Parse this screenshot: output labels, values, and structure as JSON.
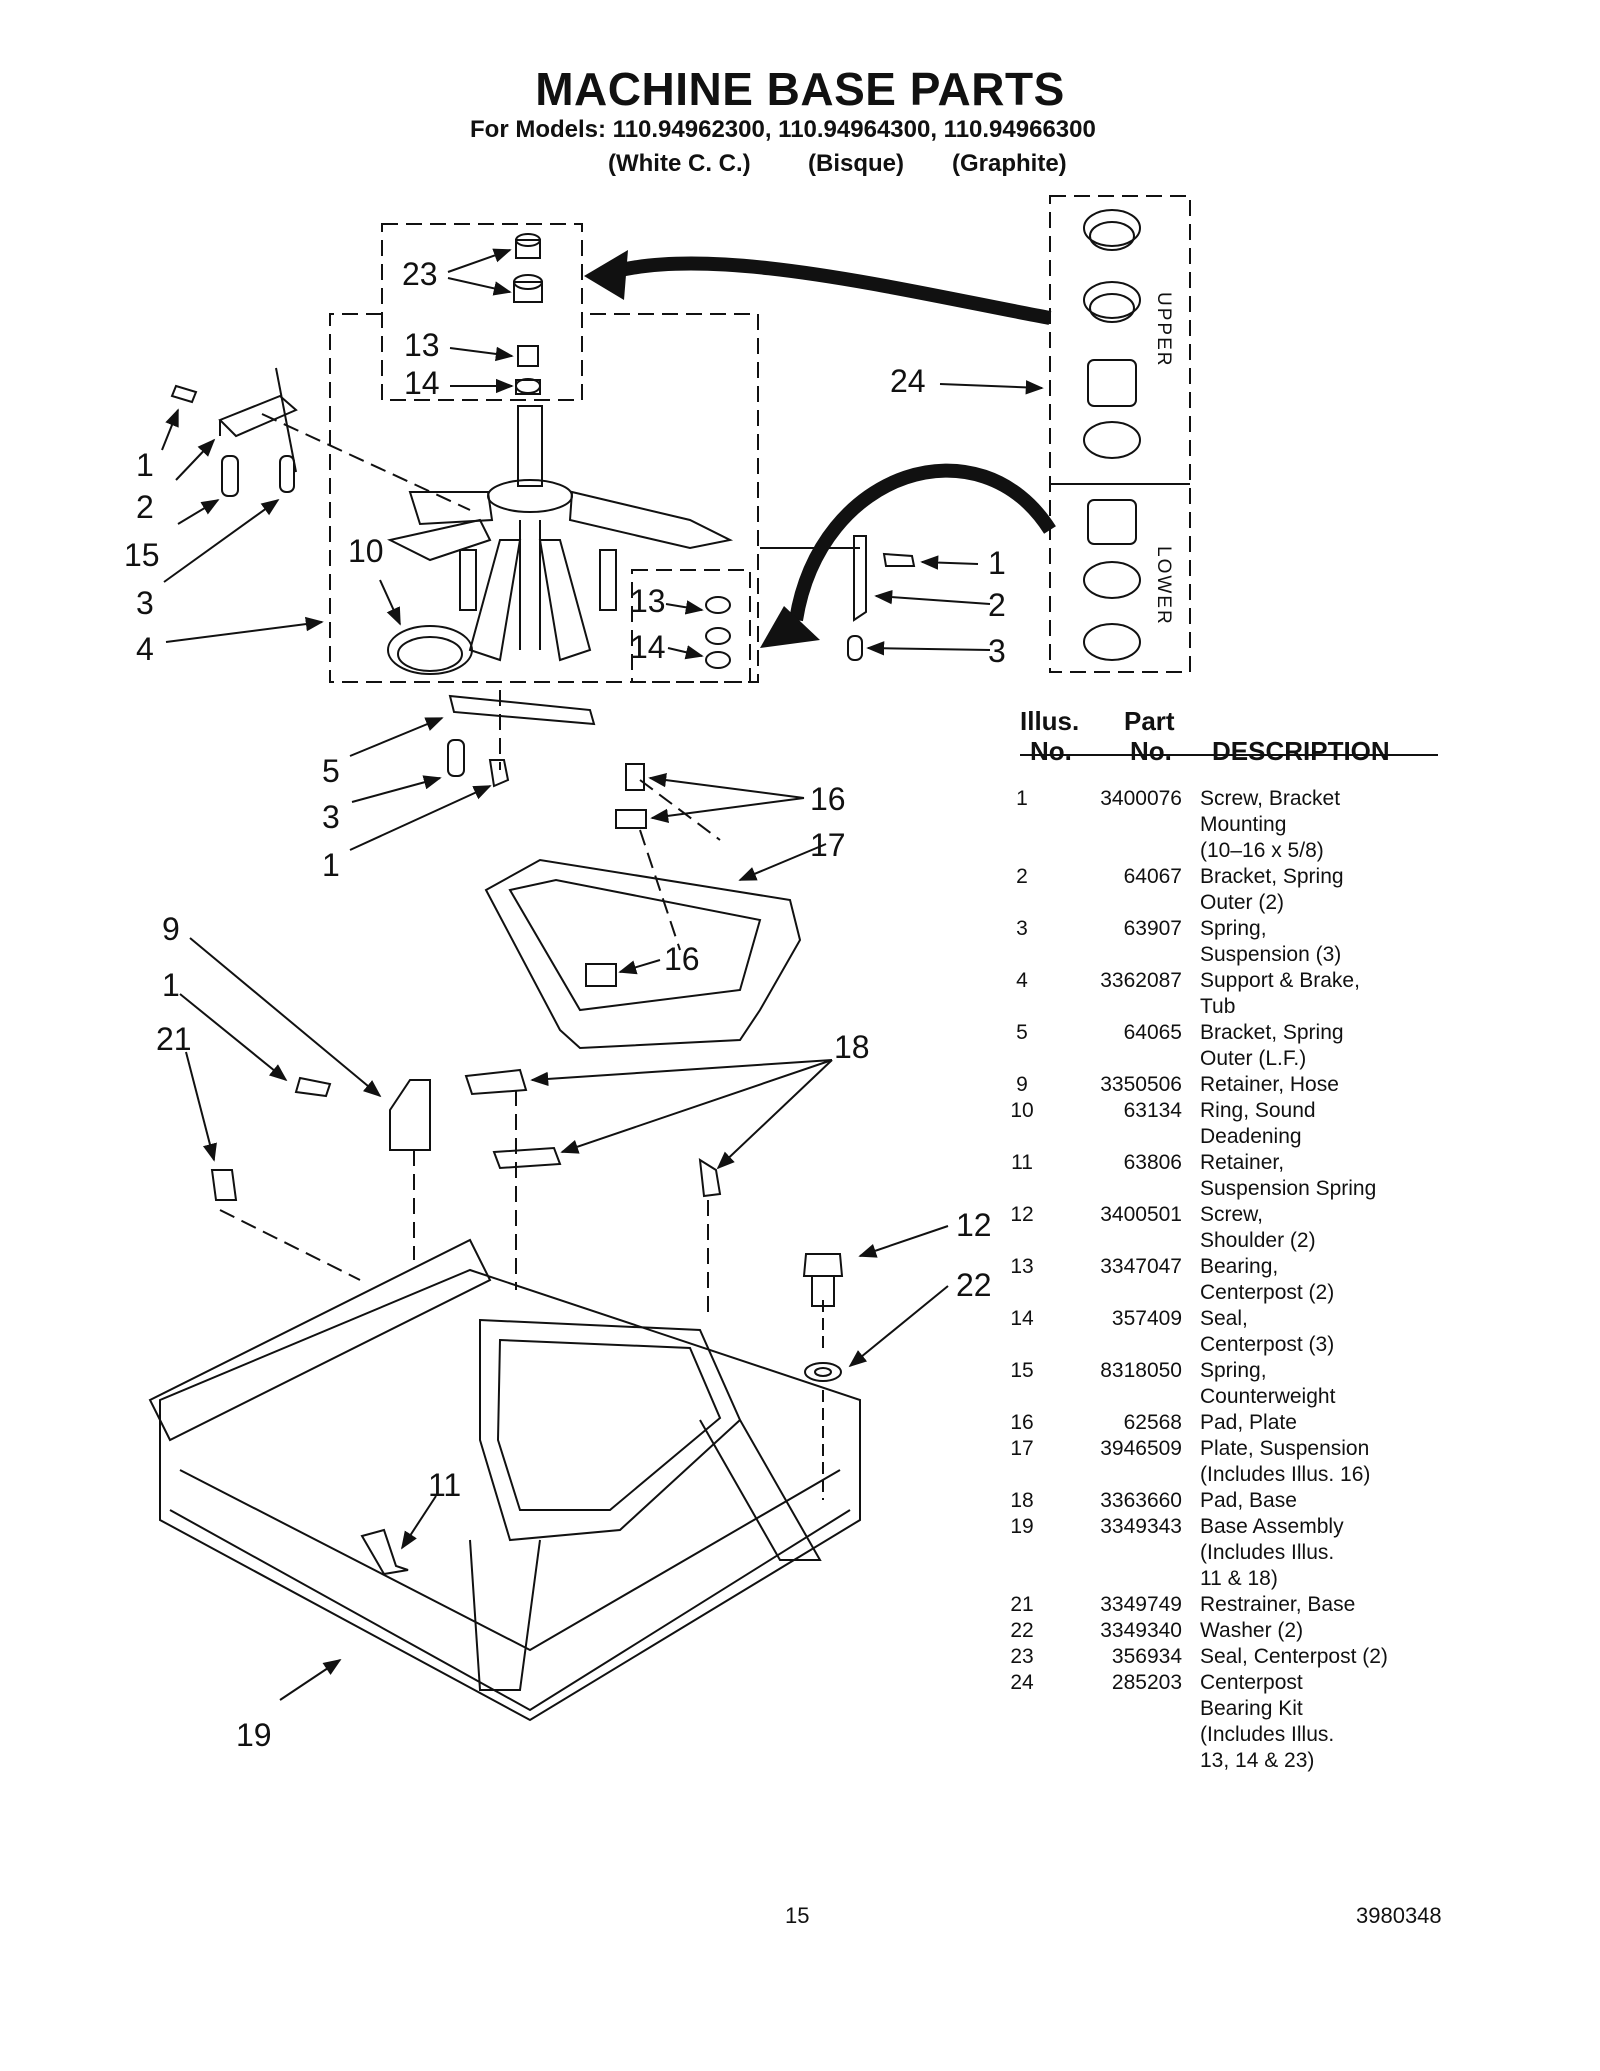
{
  "header": {
    "title": "MACHINE BASE PARTS",
    "models": "For Models: 110.94962300, 110.94964300, 110.94966300",
    "color_white": "(White C. C.)",
    "color_bisque": "(Bisque)",
    "color_graphite": "(Graphite)"
  },
  "diagram": {
    "kit_upper_label": "UPPER",
    "kit_lower_label": "LOWER",
    "callouts": {
      "c23": "23",
      "c13a": "13",
      "c14a": "14",
      "c24": "24",
      "c1a": "1",
      "c2a": "2",
      "c15": "15",
      "c3a": "3",
      "c4": "4",
      "c10": "10",
      "c13b": "13",
      "c14b": "14",
      "c1b": "1",
      "c2b": "2",
      "c3b": "3",
      "c5": "5",
      "c3c": "3",
      "c1c": "1",
      "c16a": "16",
      "c17": "17",
      "c16b": "16",
      "c9": "9",
      "c1d": "1",
      "c21": "21",
      "c18": "18",
      "c12": "12",
      "c22": "22",
      "c11": "11",
      "c19": "19"
    }
  },
  "table": {
    "head_illus_1": "Illus.",
    "head_illus_2": "No.",
    "head_part_1": "Part",
    "head_part_2": "No.",
    "head_desc": "DESCRIPTION",
    "rows": [
      {
        "illus": "1",
        "part": "3400076",
        "desc": "Screw, Bracket\nMounting\n(10–16 x 5/8)"
      },
      {
        "illus": "2",
        "part": "64067",
        "desc": "Bracket, Spring\nOuter (2)"
      },
      {
        "illus": "3",
        "part": "63907",
        "desc": "Spring,\nSuspension (3)"
      },
      {
        "illus": "4",
        "part": "3362087",
        "desc": "Support & Brake,\nTub"
      },
      {
        "illus": "5",
        "part": "64065",
        "desc": "Bracket, Spring\nOuter (L.F.)"
      },
      {
        "illus": "9",
        "part": "3350506",
        "desc": "Retainer, Hose"
      },
      {
        "illus": "10",
        "part": "63134",
        "desc": "Ring, Sound\nDeadening"
      },
      {
        "illus": "11",
        "part": "63806",
        "desc": "Retainer,\nSuspension Spring"
      },
      {
        "illus": "12",
        "part": "3400501",
        "desc": "Screw,\nShoulder (2)"
      },
      {
        "illus": "13",
        "part": "3347047",
        "desc": "Bearing,\nCenterpost (2)"
      },
      {
        "illus": "14",
        "part": "357409",
        "desc": "Seal,\nCenterpost (3)"
      },
      {
        "illus": "15",
        "part": "8318050",
        "desc": "Spring,\nCounterweight"
      },
      {
        "illus": "16",
        "part": "62568",
        "desc": "Pad, Plate"
      },
      {
        "illus": "17",
        "part": "3946509",
        "desc": "Plate, Suspension\n(Includes Illus. 16)"
      },
      {
        "illus": "18",
        "part": "3363660",
        "desc": "Pad, Base"
      },
      {
        "illus": "19",
        "part": "3349343",
        "desc": "Base Assembly\n(Includes Illus.\n11 & 18)"
      },
      {
        "illus": "21",
        "part": "3349749",
        "desc": "Restrainer, Base"
      },
      {
        "illus": "22",
        "part": "3349340",
        "desc": "Washer (2)"
      },
      {
        "illus": "23",
        "part": "356934",
        "desc": "Seal, Centerpost (2)"
      },
      {
        "illus": "24",
        "part": "285203",
        "desc": "Centerpost\nBearing Kit\n(Includes Illus.\n13, 14 & 23)"
      }
    ]
  },
  "footer": {
    "page_number": "15",
    "doc_number": "3980348"
  }
}
